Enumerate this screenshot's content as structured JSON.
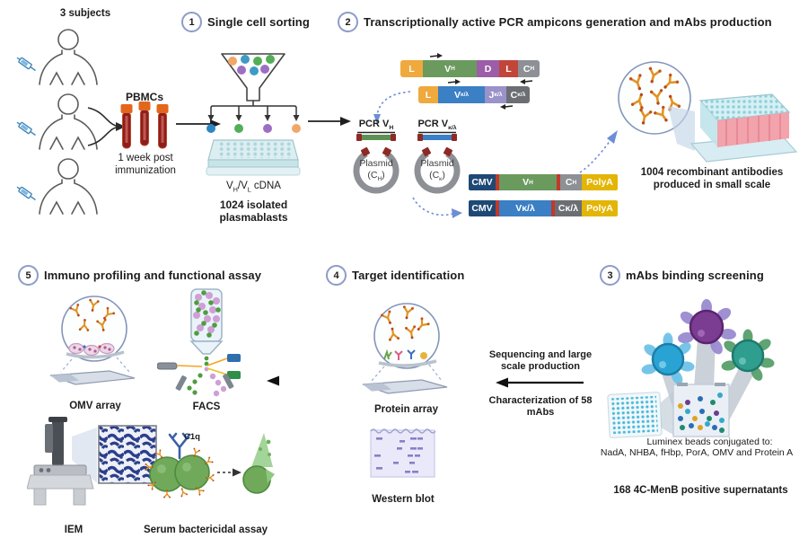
{
  "colors": {
    "step_circle_border": "#8d9cc9",
    "text": "#1c1c1c",
    "arrow_black": "#1f1f1f",
    "dashed_arrow_blue": "#6c8ed6",
    "seg_leader_orange": "#f0a93c",
    "seg_vh_green": "#6b9a5f",
    "seg_d_purple": "#9c5ea8",
    "seg_l_red": "#c2453a",
    "seg_ch_gray": "#8d9196",
    "seg_vk_blue": "#3b7fc4",
    "seg_jk_lavender": "#9a92c9",
    "seg_ck_gray": "#6b6f73",
    "cmv_navy": "#1e4976",
    "polya_gold": "#e3b505",
    "separator_red": "#c0392b",
    "plasmid_ring_gray": "#8d9196",
    "plasmid_insert_red": "#8e2a25",
    "antibody_orange": "#e09425",
    "antibody_tip": "#c0531d",
    "tube_cap_orange": "#e2671d",
    "tube_body_red": "#8f1d1d",
    "plate_teal": "#cfe9ee",
    "deep_plate_pink": "#f2a3ab",
    "bead_cyan": "#29a3d4",
    "bead_purple": "#7b3d91",
    "bead_teal": "#2f9e8e",
    "bacteria_green": "#6fa959",
    "c1q_blue": "#3a5fa8",
    "western_lavender": "#e9e9f9",
    "western_band": "#8a7fc7"
  },
  "steps": [
    {
      "num": "1",
      "title": "Single cell sorting"
    },
    {
      "num": "2",
      "title": "Transcriptionally active PCR ampicons generation and mAbs production"
    },
    {
      "num": "3",
      "title": "mAbs binding screening"
    },
    {
      "num": "4",
      "title": "Target identification"
    },
    {
      "num": "5",
      "title": "Immuno profiling and functional assay"
    }
  ],
  "subjects": {
    "count": "3 subjects",
    "pbmcs": "PBMCs",
    "time1": "1 week post",
    "time2": "immunization"
  },
  "sorting": {
    "cdna_v1": "V",
    "cdna_s1": "H",
    "cdna_mid": "/V",
    "cdna_s2": "L",
    "cdna_rest": " cDNA",
    "count1": "1024 isolated",
    "count2": "plasmablasts"
  },
  "pcr": {
    "row1": [
      {
        "t": "L",
        "s": ""
      },
      {
        "t": "V",
        "s": "H"
      },
      {
        "t": "D",
        "s": ""
      },
      {
        "t": "L",
        "s": ""
      },
      {
        "t": "C",
        "s": "H"
      }
    ],
    "row2": [
      {
        "t": "L",
        "s": ""
      },
      {
        "t": "V",
        "s": "κ/λ"
      },
      {
        "t": "J",
        "s": "κ/λ"
      },
      {
        "t": "C",
        "s": "κ/λ"
      }
    ],
    "pcr_vh_pre": "PCR V",
    "pcr_vh_sub": "H",
    "pcr_vk_pre": "PCR V",
    "pcr_vk_sub": "κ/λ",
    "plasmid_name": "Plasmid",
    "plasmid1_pre": "(C",
    "plasmid1_sub": "H",
    "plasmid1_post": ")",
    "plasmid2_pre": "(C",
    "plasmid2_sub": "κ",
    "plasmid2_post": ")",
    "cas1": [
      {
        "t": "CMV",
        "s": ""
      },
      {
        "t": "V",
        "s": "H"
      },
      {
        "t": "C",
        "s": "H"
      },
      {
        "t": "PolyA",
        "s": ""
      }
    ],
    "cas2": [
      {
        "t": "CMV",
        "s": ""
      },
      {
        "t": "Vκ/λ",
        "s": ""
      },
      {
        "t": "Cκ/λ",
        "s": ""
      },
      {
        "t": "PolyA",
        "s": ""
      }
    ]
  },
  "production": {
    "line1": "1004 recombinant antibodies",
    "line2": "produced in small scale"
  },
  "screening": {
    "lum1": "Luminex beads conjugated to:",
    "lum2": "NadA, NHBA, fHbp, PorA, OMV and Protein A",
    "result": "168 4C-MenB positive supernatants"
  },
  "transition": {
    "t1a": "Sequencing and large",
    "t1b": "scale production",
    "t2a": "Characterization of 58",
    "t2b": "mAbs"
  },
  "target": {
    "protein_array": "Protein array",
    "western": "Western blot"
  },
  "profiling": {
    "omv": "OMV array",
    "facs": "FACS",
    "iem": "IEM",
    "sba": "Serum bactericidal assay",
    "c1q": "C1q"
  }
}
